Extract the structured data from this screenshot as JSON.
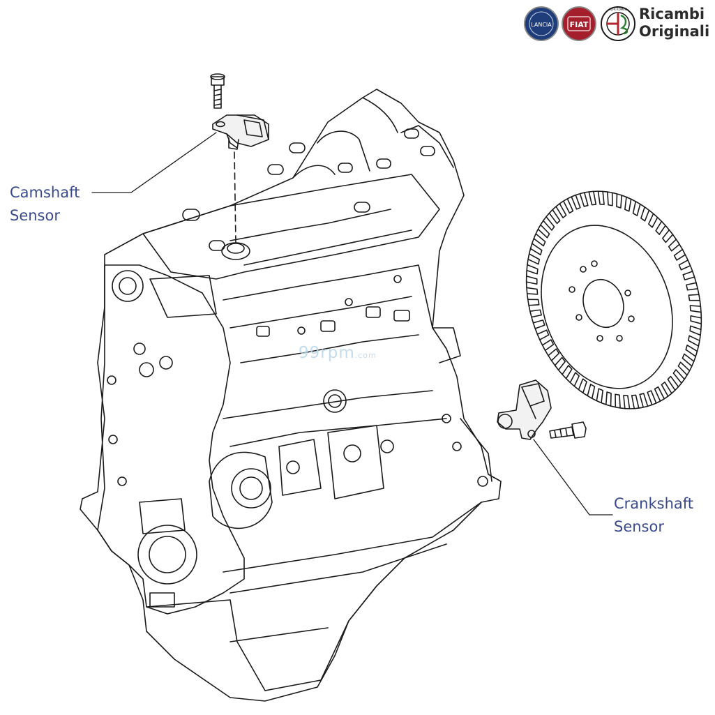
{
  "brand": {
    "logos": [
      "LANCIA",
      "FIAT",
      "ALFA ROMEO"
    ],
    "text_line1": "Ricambi",
    "text_line2": "Originali"
  },
  "watermark": {
    "text": "99rpm",
    "suffix": ".com"
  },
  "callouts": {
    "camshaft": {
      "line1": "Camshaft",
      "line2": "Sensor"
    },
    "crankshaft": {
      "line1": "Crankshaft",
      "line2": "Sensor"
    }
  },
  "colors": {
    "label": "#3a4a8c",
    "ink": "#1a1a1a",
    "watermark": "#b9d6ea",
    "fiat_red": "#a41f2b",
    "lancia_blue": "#1f3d7a"
  },
  "icons": [
    "lancia-logo-icon",
    "fiat-logo-icon",
    "alfa-romeo-logo-icon",
    "bolt-icon",
    "engine-block-icon",
    "flywheel-icon"
  ]
}
